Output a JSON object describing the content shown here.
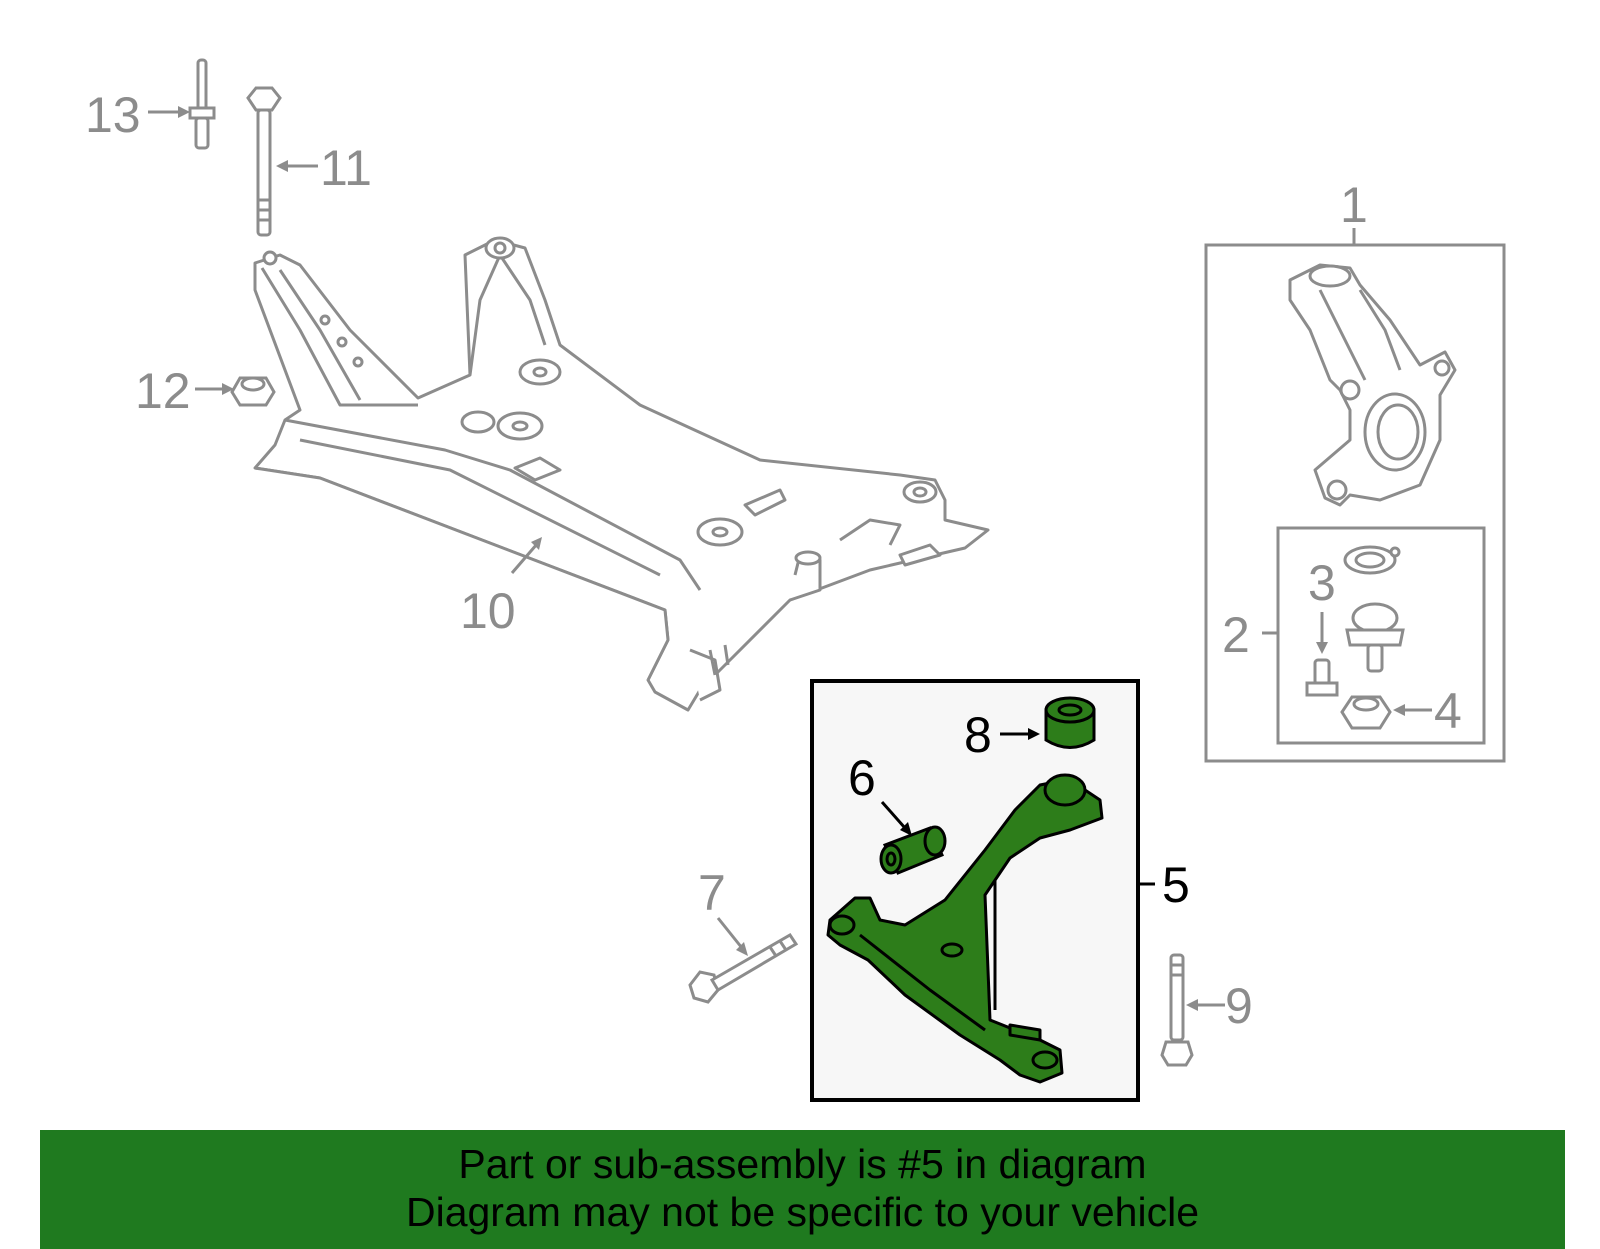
{
  "callouts": {
    "c1": "1",
    "c2": "2",
    "c3": "3",
    "c4": "4",
    "c5": "5",
    "c6": "6",
    "c7": "7",
    "c8": "8",
    "c9": "9",
    "c10": "10",
    "c11": "11",
    "c12": "12",
    "c13": "13"
  },
  "highlighted_part": "5",
  "colors": {
    "highlight_green": "#1f7a1f",
    "part_fill_green": "#2d7d1a",
    "line_gray": "#8c8c8c",
    "banner_green": "#1f7a1f"
  },
  "banner": {
    "line1": "Part or sub-assembly is #5 in diagram",
    "line2": "Diagram may not be specific to your vehicle"
  }
}
